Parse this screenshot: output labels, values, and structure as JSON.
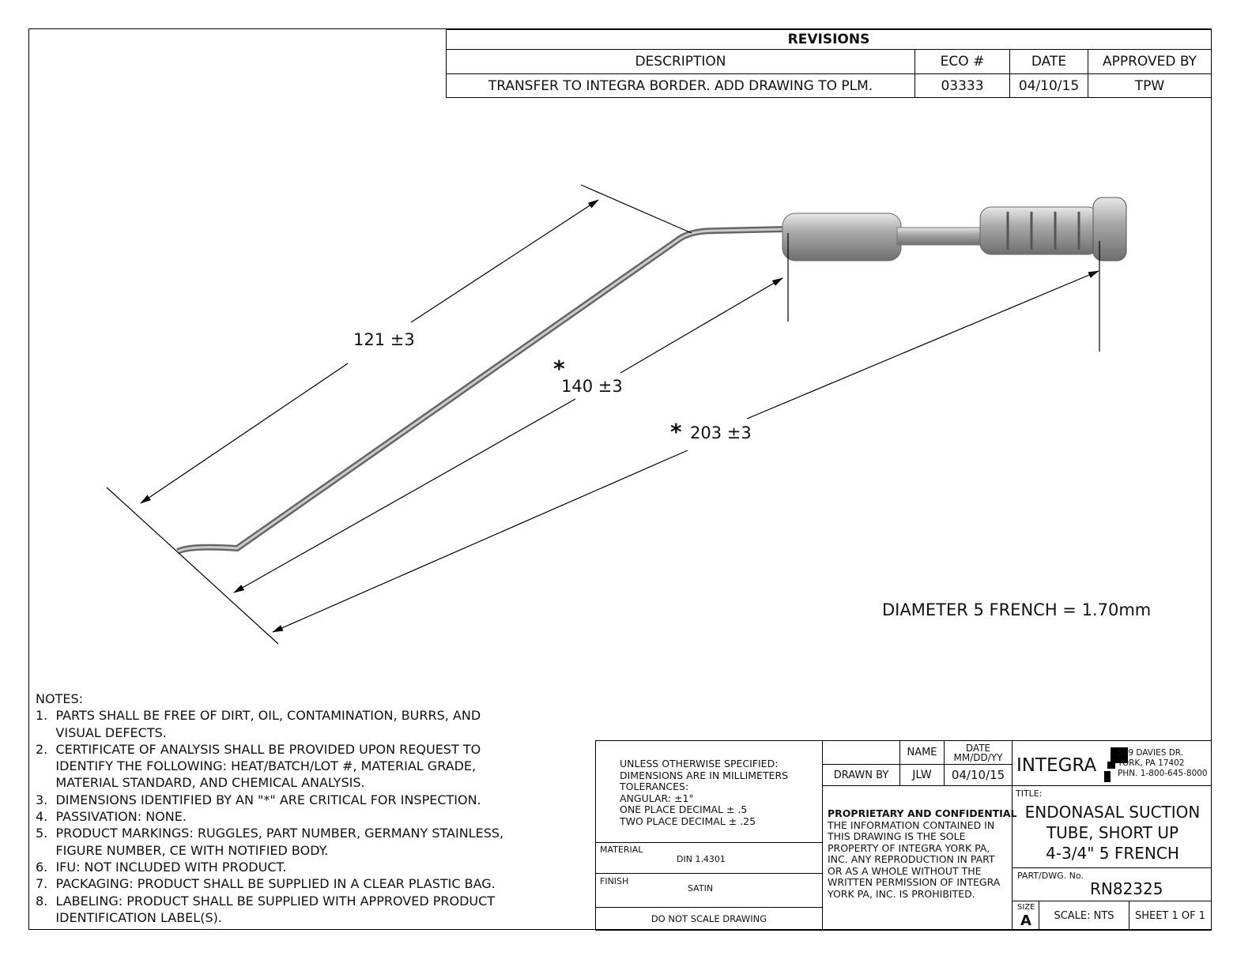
{
  "revisions": {
    "title": "REVISIONS",
    "headers": [
      "DESCRIPTION",
      "ECO #",
      "DATE",
      "APPROVED BY"
    ],
    "rows": [
      [
        "TRANSFER TO INTEGRA BORDER. ADD DRAWING TO PLM.",
        "03333",
        "04/10/15",
        "TPW"
      ]
    ]
  },
  "dimensions": {
    "d121": "121 ±3",
    "d140": "140 ±3",
    "d203": "203 ±3",
    "critical_mark": "*",
    "diameter_note": "DIAMETER 5 FRENCH = 1.70mm"
  },
  "notes": {
    "heading": "NOTES:",
    "lines": [
      "1.  PARTS SHALL BE FREE OF DIRT, OIL, CONTAMINATION, BURRS, AND",
      "     VISUAL DEFECTS.",
      "2.  CERTIFICATE OF ANALYSIS SHALL BE PROVIDED UPON REQUEST TO",
      "     IDENTIFY THE FOLLOWING: HEAT/BATCH/LOT #, MATERIAL GRADE,",
      "     MATERIAL STANDARD, AND CHEMICAL ANALYSIS.",
      "3.  DIMENSIONS IDENTIFIED BY AN \"*\" ARE CRITICAL FOR INSPECTION.",
      "4.  PASSIVATION: NONE.",
      "5.  PRODUCT MARKINGS: RUGGLES, PART NUMBER, GERMANY STAINLESS,",
      "     FIGURE NUMBER, CE WITH NOTIFIED BODY.",
      "6.  IFU: NOT INCLUDED WITH PRODUCT.",
      "7.  PACKAGING: PRODUCT SHALL BE SUPPLIED IN A CLEAR PLASTIC BAG.",
      "8.  LABELING: PRODUCT SHALL BE SUPPLIED WITH APPROVED PRODUCT",
      "     IDENTIFICATION LABEL(S)."
    ]
  },
  "title_block": {
    "tolerances": [
      "UNLESS OTHERWISE SPECIFIED:",
      "DIMENSIONS ARE IN MILLIMETERS",
      "TOLERANCES:",
      "ANGULAR: ±1°",
      "ONE PLACE DECIMAL ± .5",
      "TWO PLACE DECIMAL ± .25"
    ],
    "material_label": "MATERIAL",
    "material": "DIN 1.4301",
    "finish_label": "FINISH",
    "finish": "SATIN",
    "do_not_scale": "DO NOT SCALE DRAWING",
    "name_label": "NAME",
    "date_label": "DATE",
    "date_format": "MM/DD/YY",
    "drawn_by_label": "DRAWN BY",
    "drawn_by": "JLW",
    "drawn_date": "04/10/15",
    "proprietary_heading": "PROPRIETARY AND CONFIDENTIAL",
    "proprietary_lines": [
      "THE INFORMATION CONTAINED IN",
      "THIS DRAWING IS THE SOLE",
      "PROPERTY OF INTEGRA YORK PA,",
      "INC.  ANY REPRODUCTION IN PART",
      "OR AS A WHOLE WITHOUT THE",
      "WRITTEN PERMISSION OF INTEGRA",
      "YORK PA, INC. IS PROHIBITED."
    ],
    "logo": "INTEGRA",
    "address": [
      "589 DAVIES DR.",
      "YORK, PA 17402",
      "PHN. 1-800-645-8000"
    ],
    "title_label": "TITLE:",
    "title_lines": [
      "ENDONASAL SUCTION",
      "TUBE, SHORT UP",
      "4-3/4\" 5 FRENCH"
    ],
    "part_label": "PART/DWG. No.",
    "part_number": "RN82325",
    "size_label": "SIZE",
    "size": "A",
    "scale": "SCALE: NTS",
    "sheet": "SHEET 1 OF 1"
  }
}
